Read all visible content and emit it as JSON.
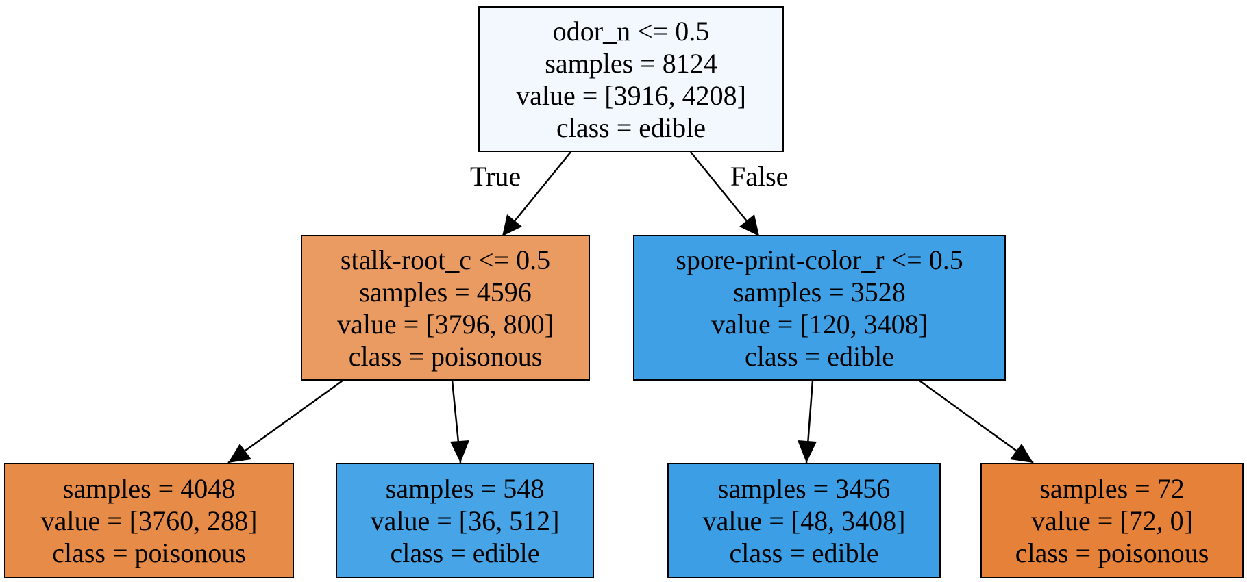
{
  "tree": {
    "nodes": [
      {
        "id": "n0",
        "lines": [
          "odor_n <= 0.5",
          "samples = 8124",
          "value = [3916, 4208]",
          "class = edible"
        ],
        "fill": "#f2f8fd"
      },
      {
        "id": "n1",
        "lines": [
          "stalk-root_c <= 0.5",
          "samples = 4596",
          "value = [3796, 800]",
          "class = poisonous"
        ],
        "fill": "#ea9b62"
      },
      {
        "id": "n2",
        "lines": [
          "spore-print-color_r <= 0.5",
          "samples = 3528",
          "value = [120, 3408]",
          "class = edible"
        ],
        "fill": "#40a0e6"
      },
      {
        "id": "n3",
        "lines": [
          "samples = 4048",
          "value = [3760, 288]",
          "class = poisonous"
        ],
        "fill": "#e78b48"
      },
      {
        "id": "n4",
        "lines": [
          "samples = 548",
          "value = [36, 512]",
          "class = edible"
        ],
        "fill": "#47a4e7"
      },
      {
        "id": "n5",
        "lines": [
          "samples = 3456",
          "value = [48, 3408]",
          "class = edible"
        ],
        "fill": "#3c9ee5"
      },
      {
        "id": "n6",
        "lines": [
          "samples = 72",
          "value = [72, 0]",
          "class = poisonous"
        ],
        "fill": "#e58139"
      }
    ],
    "edges": [
      {
        "from": "n0",
        "to": "n1",
        "label": "True"
      },
      {
        "from": "n0",
        "to": "n2",
        "label": "False"
      },
      {
        "from": "n1",
        "to": "n3",
        "label": ""
      },
      {
        "from": "n1",
        "to": "n4",
        "label": ""
      },
      {
        "from": "n2",
        "to": "n5",
        "label": ""
      },
      {
        "from": "n2",
        "to": "n6",
        "label": ""
      }
    ]
  }
}
